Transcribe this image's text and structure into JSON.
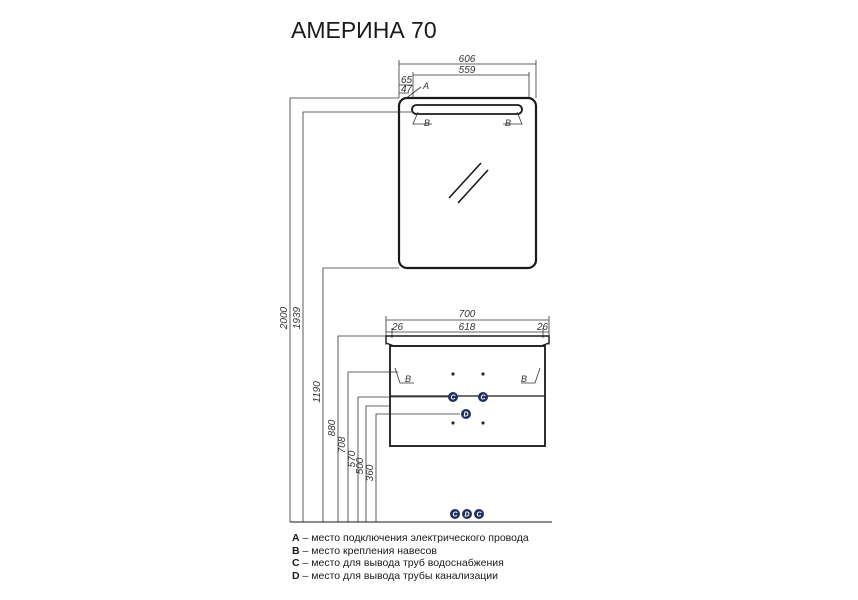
{
  "title": "АМЕРИНА 70",
  "mirror": {
    "width_outer": "606",
    "width_inner": "559",
    "offset_a1": "65",
    "offset_a2": "47",
    "marker_a": "A",
    "marker_b_left": "B",
    "marker_b_right": "B"
  },
  "cabinet": {
    "width_outer": "700",
    "width_inner": "618",
    "side_left": "26",
    "side_right": "26",
    "marker_b_left": "B",
    "marker_b_right": "B",
    "marker_c_left": "C",
    "marker_c_right": "C",
    "marker_d": "D"
  },
  "floor_markers": [
    "C",
    "D",
    "C"
  ],
  "heights": [
    "2000",
    "1939",
    "1190",
    "880",
    "708",
    "570",
    "500",
    "360"
  ],
  "legend": [
    {
      "key": "A",
      "text": " – место подключения электрического провода"
    },
    {
      "key": "B",
      "text": " – место крепления навесов"
    },
    {
      "key": "C",
      "text": " – место для вывода труб водоснабжения"
    },
    {
      "key": "D",
      "text": " – место для вывода трубы канализации"
    }
  ]
}
